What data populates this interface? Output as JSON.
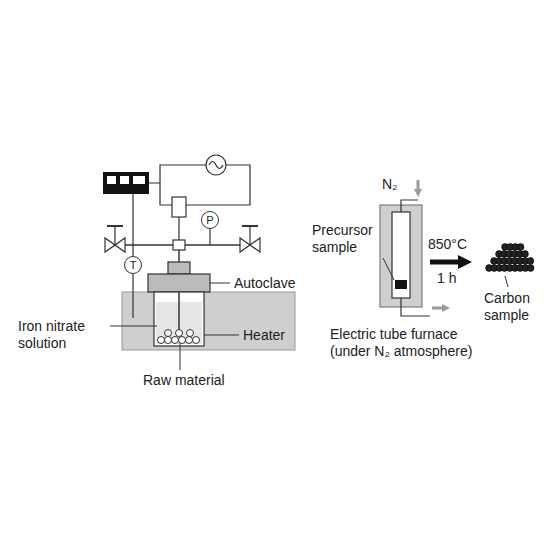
{
  "diagram": {
    "nodes": [
      {
        "text": [
          "T"
        ]
      },
      {
        "text": [
          "P"
        ]
      }
    ],
    "labels": [
      "Autoclave",
      "Iron nitrate solution",
      "Heater",
      "Raw material",
      "N₂",
      "Precursor sample",
      "850°C",
      "1 h",
      "Carbon sample",
      "Electric tube furnace (under N₂ atmosphere)"
    ]
  }
}
